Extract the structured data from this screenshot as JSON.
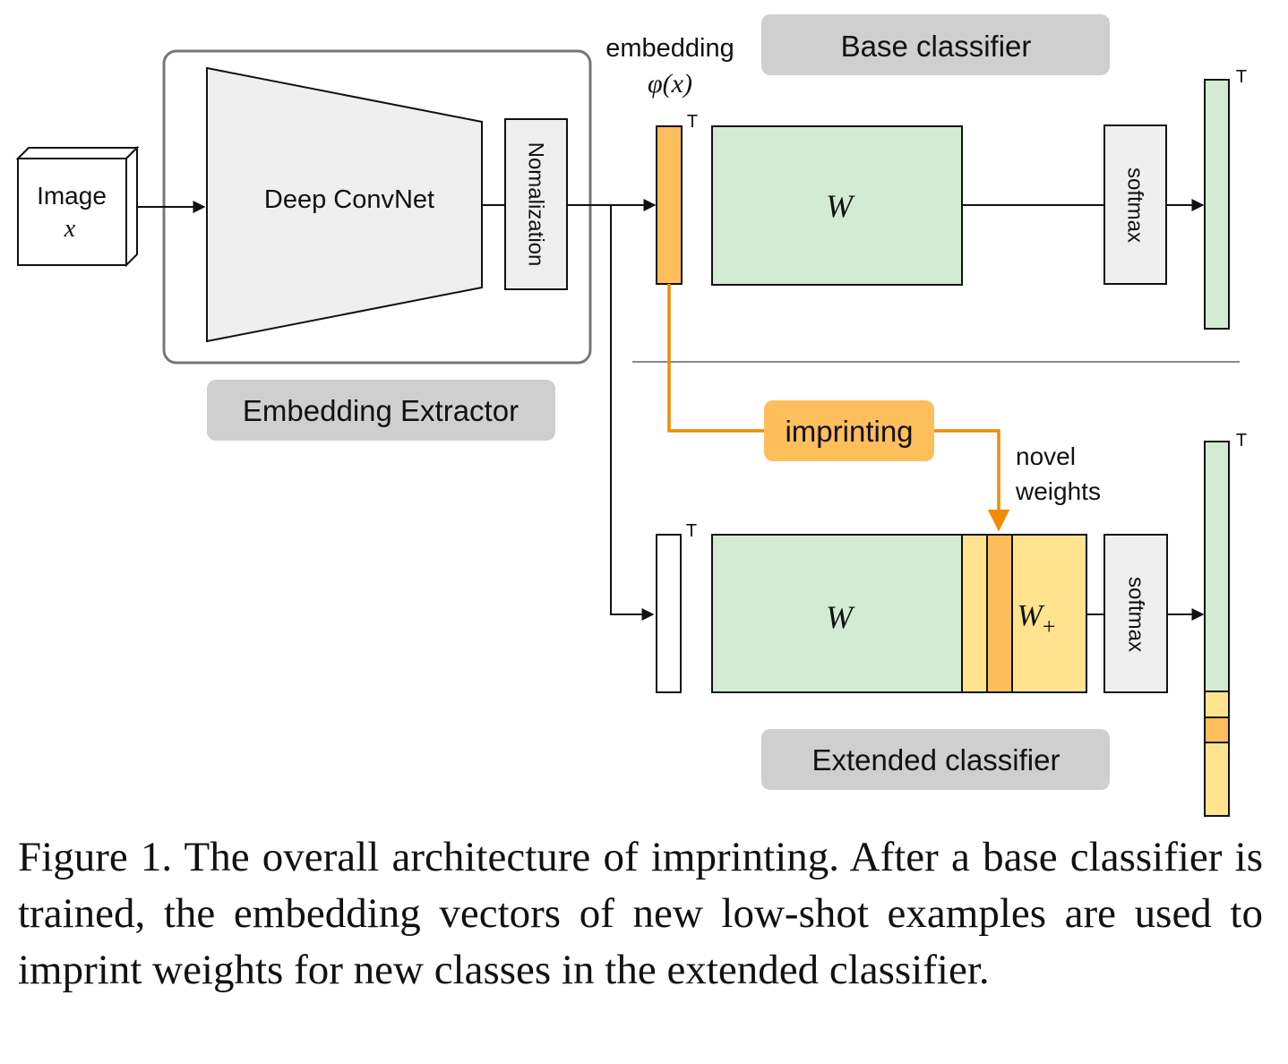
{
  "diagram": {
    "input": {
      "label": "Image",
      "var": "x"
    },
    "convnet_label": "Deep ConvNet",
    "normalization_label": "Nomalization",
    "extractor_label": "Embedding Extractor",
    "embedding_label": "embedding",
    "embedding_math": "φ(x)",
    "transpose_mark": "T",
    "base_classifier_label": "Base classifier",
    "weight_label": "W",
    "weight_plus_label": "W",
    "weight_plus_subscript": "+",
    "softmax_label": "softmax",
    "imprinting_label": "imprinting",
    "novel_weights_label": [
      "novel",
      "weights"
    ],
    "extended_classifier_label": "Extended classifier"
  },
  "colors": {
    "embedding_orange": "#ffbe5c",
    "imprint_line": "#f08c00",
    "weight_green": "#d3ead3",
    "novel_yellow": "#ffe38e",
    "box_gray": "#efefef",
    "label_gray": "#cfcfcf"
  },
  "caption": {
    "text": "Figure 1. The overall architecture of imprinting. After a base classifier is trained, the embedding vectors of new low-shot examples are used to imprint weights for new classes in the extended classifier."
  }
}
